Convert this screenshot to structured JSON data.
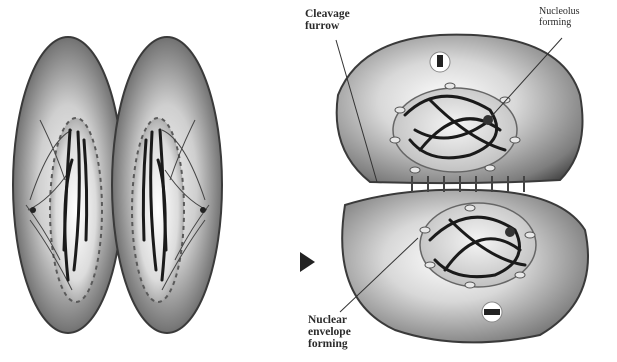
{
  "labels": {
    "cleavage_furrow": "Cleavage\nfurrow",
    "nucleolus_forming": "Nucleolus\nforming",
    "nuclear_envelope_forming": "Nuclear\nenvelope\nforming"
  },
  "colors": {
    "cell_dark": "#4a4a4a",
    "cell_mid": "#8a8a8a",
    "cell_light": "#d9d9d9",
    "chromosome": "#1a1a1a",
    "background": "#ffffff"
  }
}
